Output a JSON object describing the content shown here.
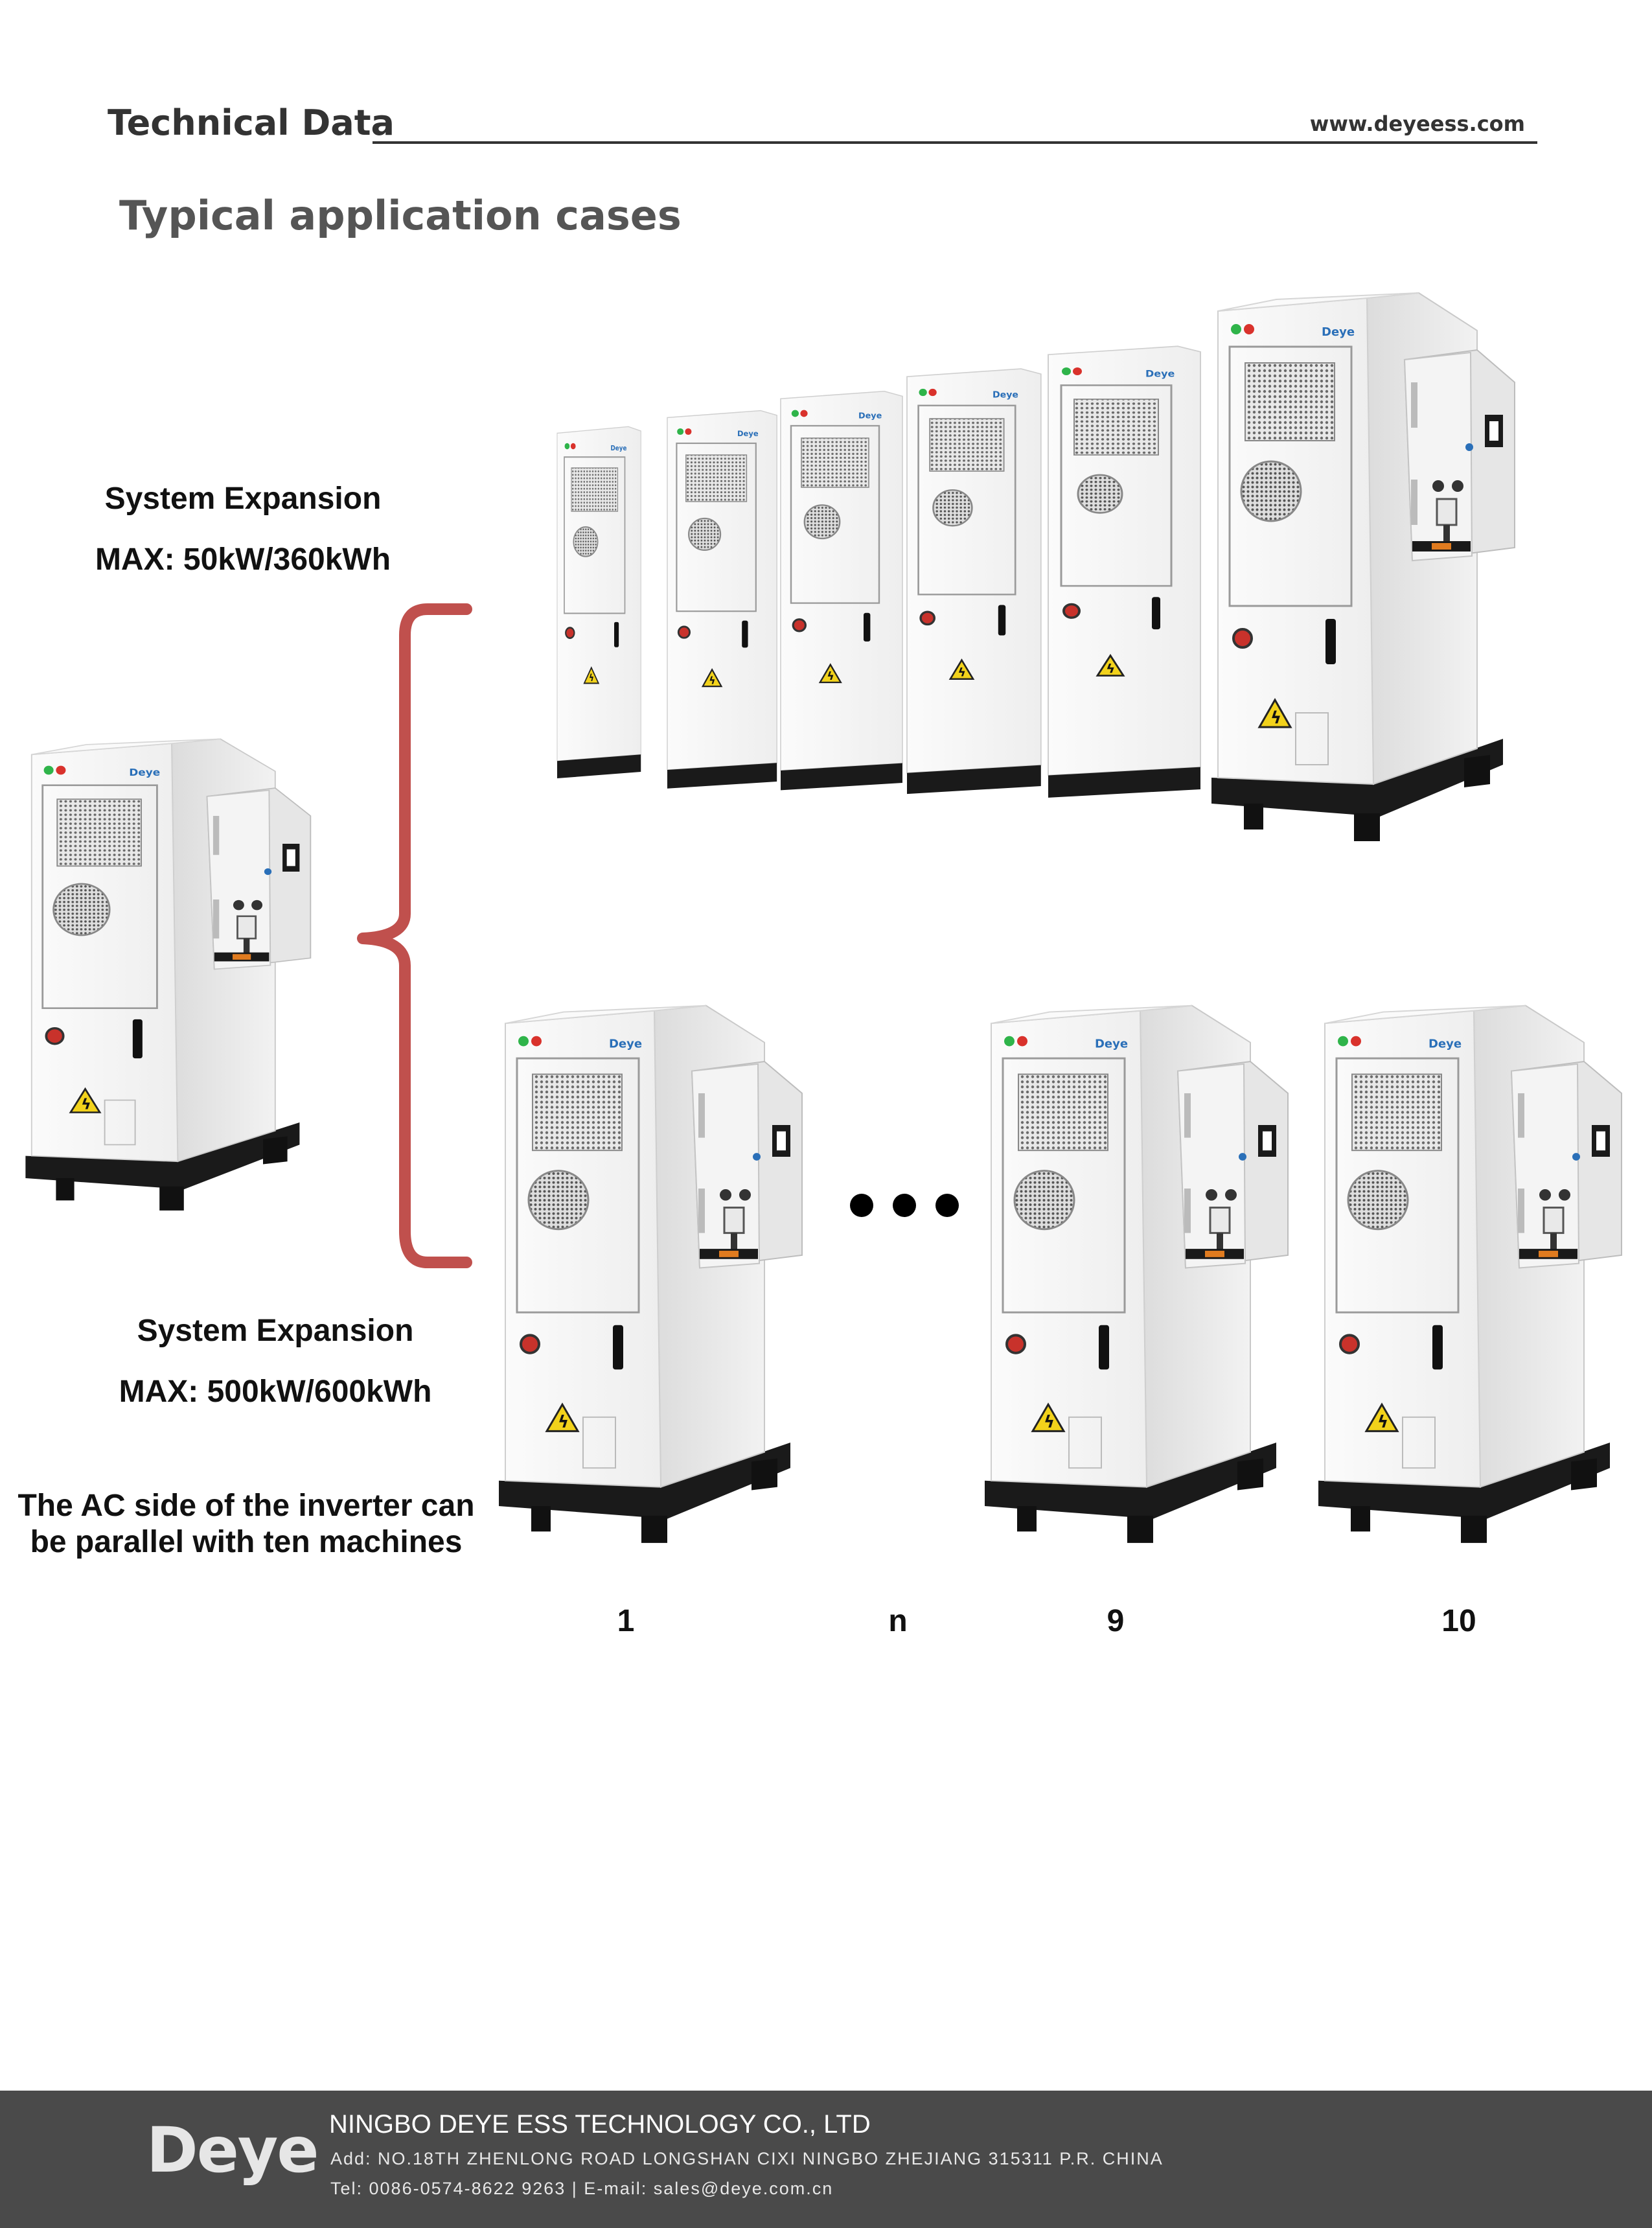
{
  "header": {
    "title": "Technical Data",
    "url": "www.deyeess.com"
  },
  "section_title": "Typical application cases",
  "expansion_top": {
    "heading": "System Expansion",
    "max": "MAX:  50kW/360kWh"
  },
  "expansion_bottom": {
    "heading": "System Expansion",
    "max": "MAX:  500kW/600kWh"
  },
  "parallel_note": {
    "line1": "The AC side of the inverter can",
    "line2": "be parallel with ten machines"
  },
  "unit_numbers": [
    "1",
    "n",
    "9",
    "10"
  ],
  "brand_mark": "Deye",
  "colors": {
    "bracket": "#c0504d",
    "footer_bg": "#4a4a4a",
    "cabinet": "#f4f4f4",
    "warning": "#f2d21b"
  },
  "footer": {
    "logo": "Deye",
    "company": "NINGBO DEYE ESS TECHNOLOGY CO., LTD",
    "address": "Add: NO.18TH ZHENLONG ROAD LONGSHAN CIXI NINGBO ZHEJIANG 315311 P.R. CHINA",
    "contact": "Tel: 0086-0574-8622 9263 | E-mail: sales@deye.com.cn"
  }
}
